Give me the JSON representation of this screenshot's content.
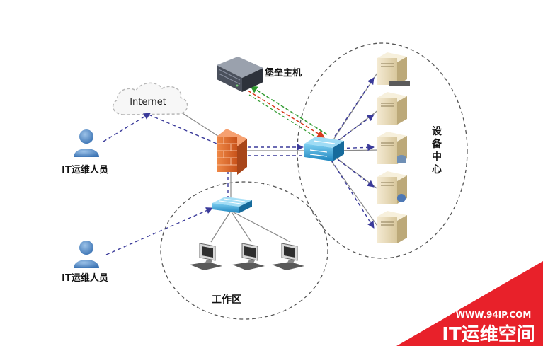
{
  "labels": {
    "internet": "Internet",
    "bastion": "堡垒主机",
    "user1": "IT运维人员",
    "user2": "IT运维人员",
    "work_area": "工作区",
    "device_center_chars": [
      "设",
      "备",
      "中",
      "心"
    ]
  },
  "watermark": {
    "url": "WWW.94IP.COM",
    "name": "IT运维空间"
  },
  "colors": {
    "blue_link": "#3a3a9a",
    "red_link": "#d83a1e",
    "green_link": "#2f9a2f",
    "zone_border": "#555555",
    "firewall": "#e2692a",
    "switch": "#2fa3d8",
    "watermark": "#e8212a"
  }
}
